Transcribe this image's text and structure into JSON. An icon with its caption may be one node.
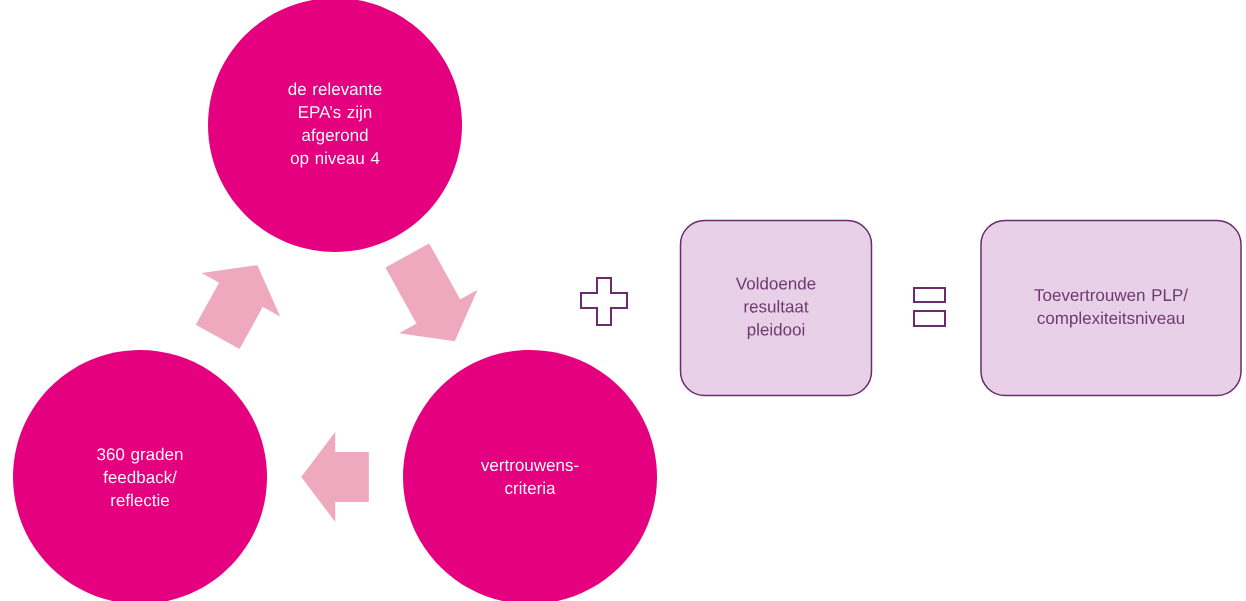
{
  "diagram": {
    "nodes": [
      {
        "text": [
          "de relevante EPA’s zijn afgerond op niveau 4"
        ]
      },
      {
        "text": [
          "vertrouwens- criteria"
        ]
      },
      {
        "text": [
          "360 graden feedback/ reflectie"
        ]
      },
      {
        "text": [
          "Voldoende resultaat pleidooi"
        ]
      },
      {
        "text": [
          "Toevertrouwen PLP/ complexiteitsniveau"
        ]
      }
    ],
    "edges": [
      {
        "from": 0,
        "to": 1,
        "arrow": "to"
      },
      {
        "from": 1,
        "to": 2,
        "arrow": "to"
      },
      {
        "from": 2,
        "to": 0,
        "arrow": "to"
      }
    ]
  }
}
